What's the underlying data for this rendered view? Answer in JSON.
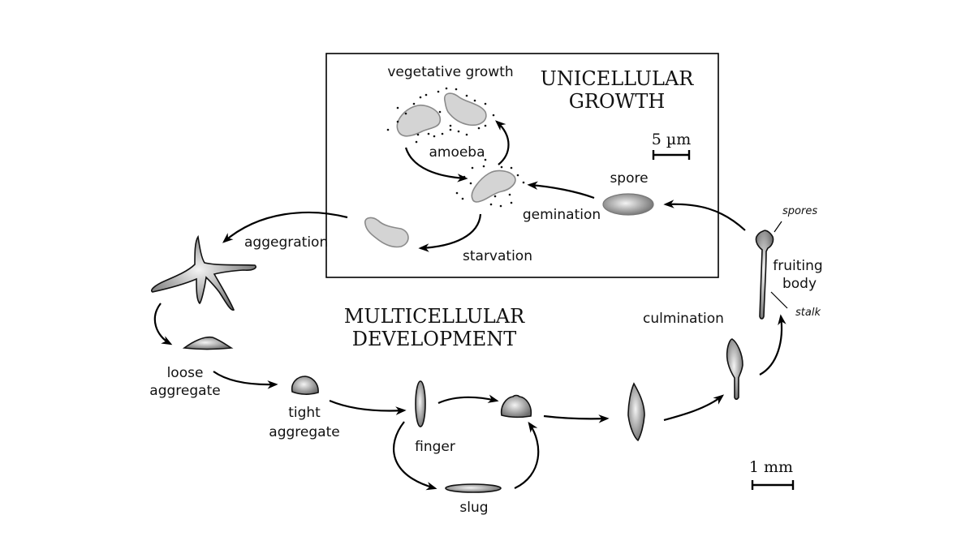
{
  "diagram": {
    "sections": {
      "unicellular": [
        "UNICELLULAR",
        "GROWTH"
      ],
      "multicellular": [
        "MULTICELLULAR",
        "DEVELOPMENT"
      ]
    },
    "labels": {
      "vegetative_growth": "vegetative growth",
      "amoeba": "amoeba",
      "spore": "spore",
      "germination": "gemination",
      "starvation": "starvation",
      "aggregation": "aggegration",
      "loose_aggregate": [
        "loose",
        "aggregate"
      ],
      "tight_aggregate": [
        "tight",
        "aggregate"
      ],
      "finger": "finger",
      "slug": "slug",
      "culmination": "culmination",
      "fruiting_body": [
        "fruiting",
        "body"
      ],
      "spores": "spores",
      "stalk": "stalk"
    },
    "scale_bars": {
      "micro": "5 µm",
      "macro": "1 mm"
    },
    "colors": {
      "amoeba_fill": "#d4d4d4",
      "amoeba_stroke": "#8a8a8a",
      "cellmass_light": "#f2f2f2",
      "cellmass_dark": "#6e6e6e",
      "line": "#000000"
    }
  }
}
